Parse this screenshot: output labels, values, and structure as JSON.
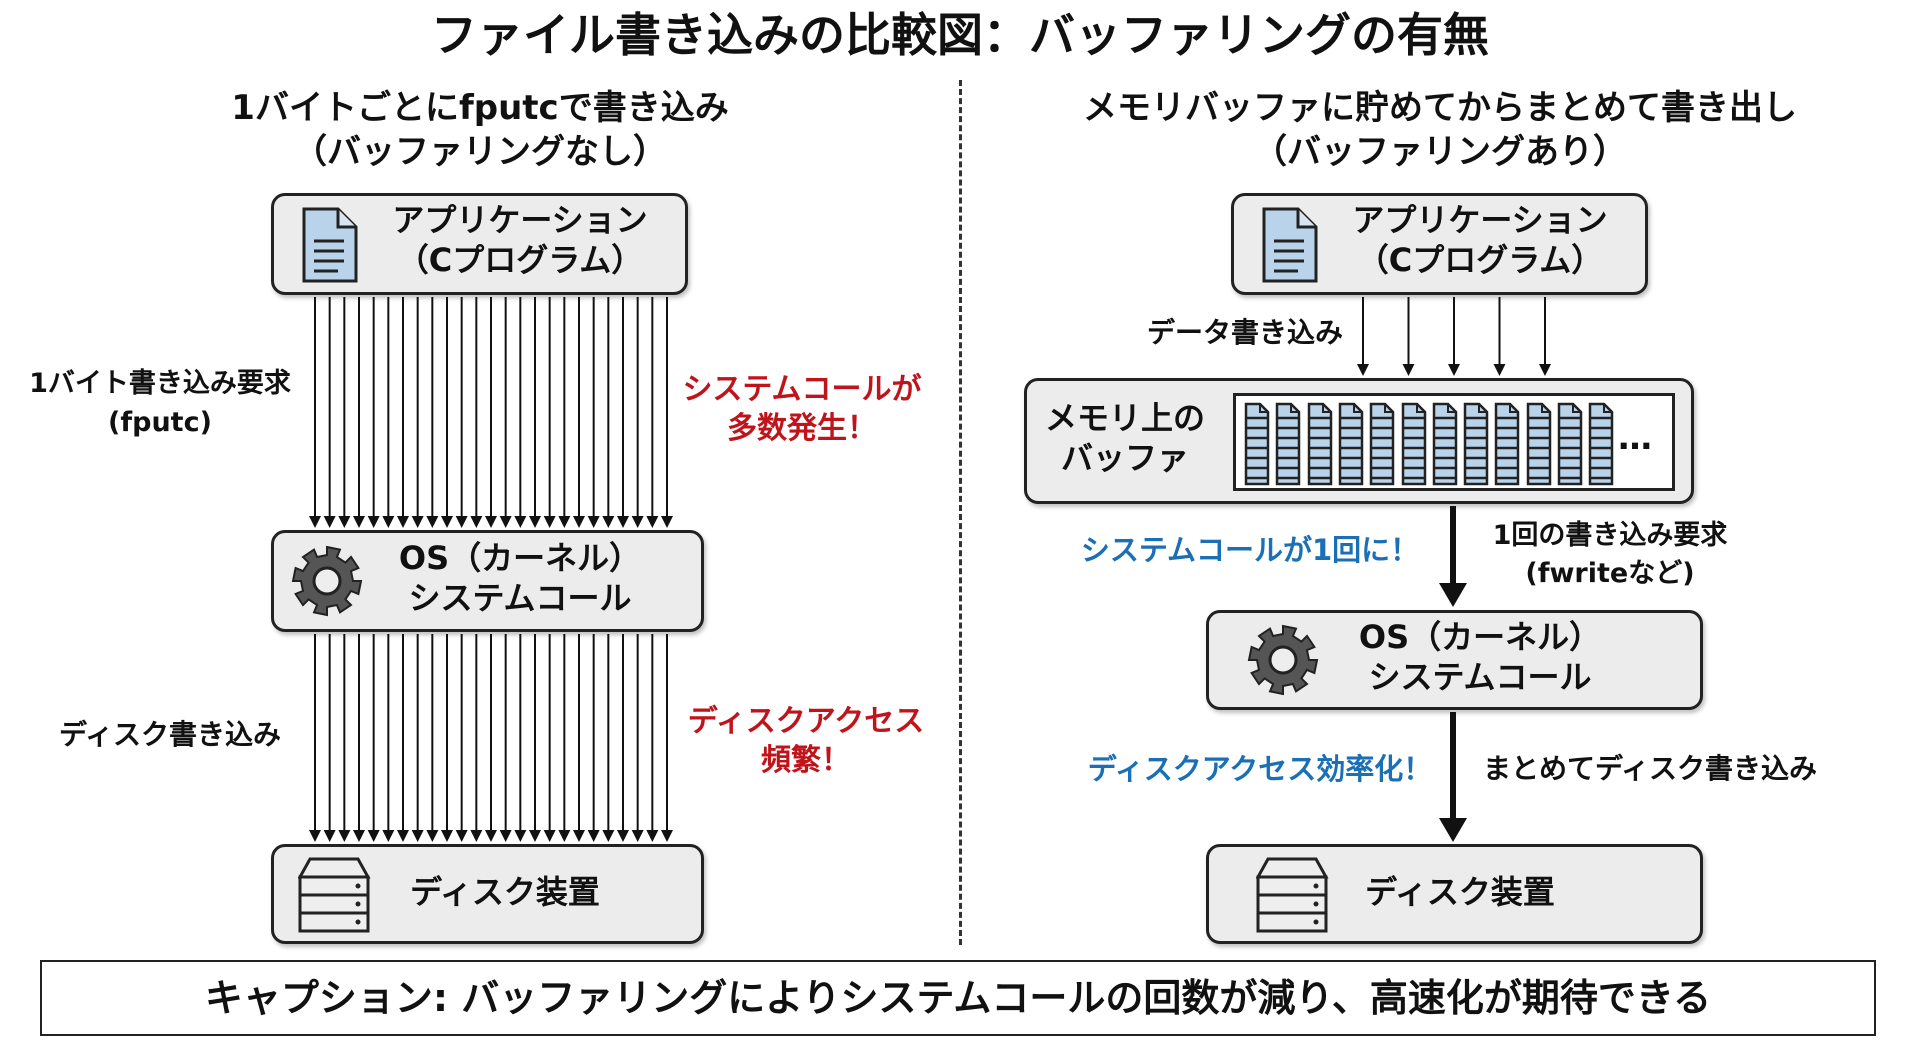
{
  "title": "ファイル書き込みの比較図：バッファリングの有無",
  "left": {
    "heading1": "1バイトごとにfputcで書き込み",
    "heading2": "（バッファリングなし）",
    "app_line1": "アプリケーション",
    "app_line2": "（Cプログラム）",
    "req_line1": "1バイト書き込み要求",
    "req_line2": "(fputc)",
    "warn1_line1": "システムコールが",
    "warn1_line2": "多数発生！",
    "os_line1": "OS（カーネル）",
    "os_line2": "システムコール",
    "disk_write": "ディスク書き込み",
    "warn2_line1": "ディスクアクセス",
    "warn2_line2": "頻繁！",
    "disk": "ディスク装置",
    "arrow_count": 25
  },
  "right": {
    "heading1": "メモリバッファに貯めてからまとめて書き出し",
    "heading2": "（バッファリングあり）",
    "app_line1": "アプリケーション",
    "app_line2": "（Cプログラム）",
    "data_write": "データ書き込み",
    "arrow_count": 5,
    "mem_line1": "メモリ上の",
    "mem_line2": "バッファ",
    "buffer_blocks": 12,
    "ellipsis": "…",
    "note1": "システムコールが1回に！",
    "req_line1": "1回の書き込み要求",
    "req_line2": "(fwriteなど)",
    "os_line1": "OS（カーネル）",
    "os_line2": "システムコール",
    "note2": "ディスクアクセス効率化！",
    "batch_write": "まとめてディスク書き込み",
    "disk": "ディスク装置"
  },
  "caption": "キャプション: バッファリングによりシステムコールの回数が減り、高速化が期待できる",
  "colors": {
    "red": "#c0141c",
    "blue": "#1a6fb5",
    "doc": "#b9d3ea"
  }
}
